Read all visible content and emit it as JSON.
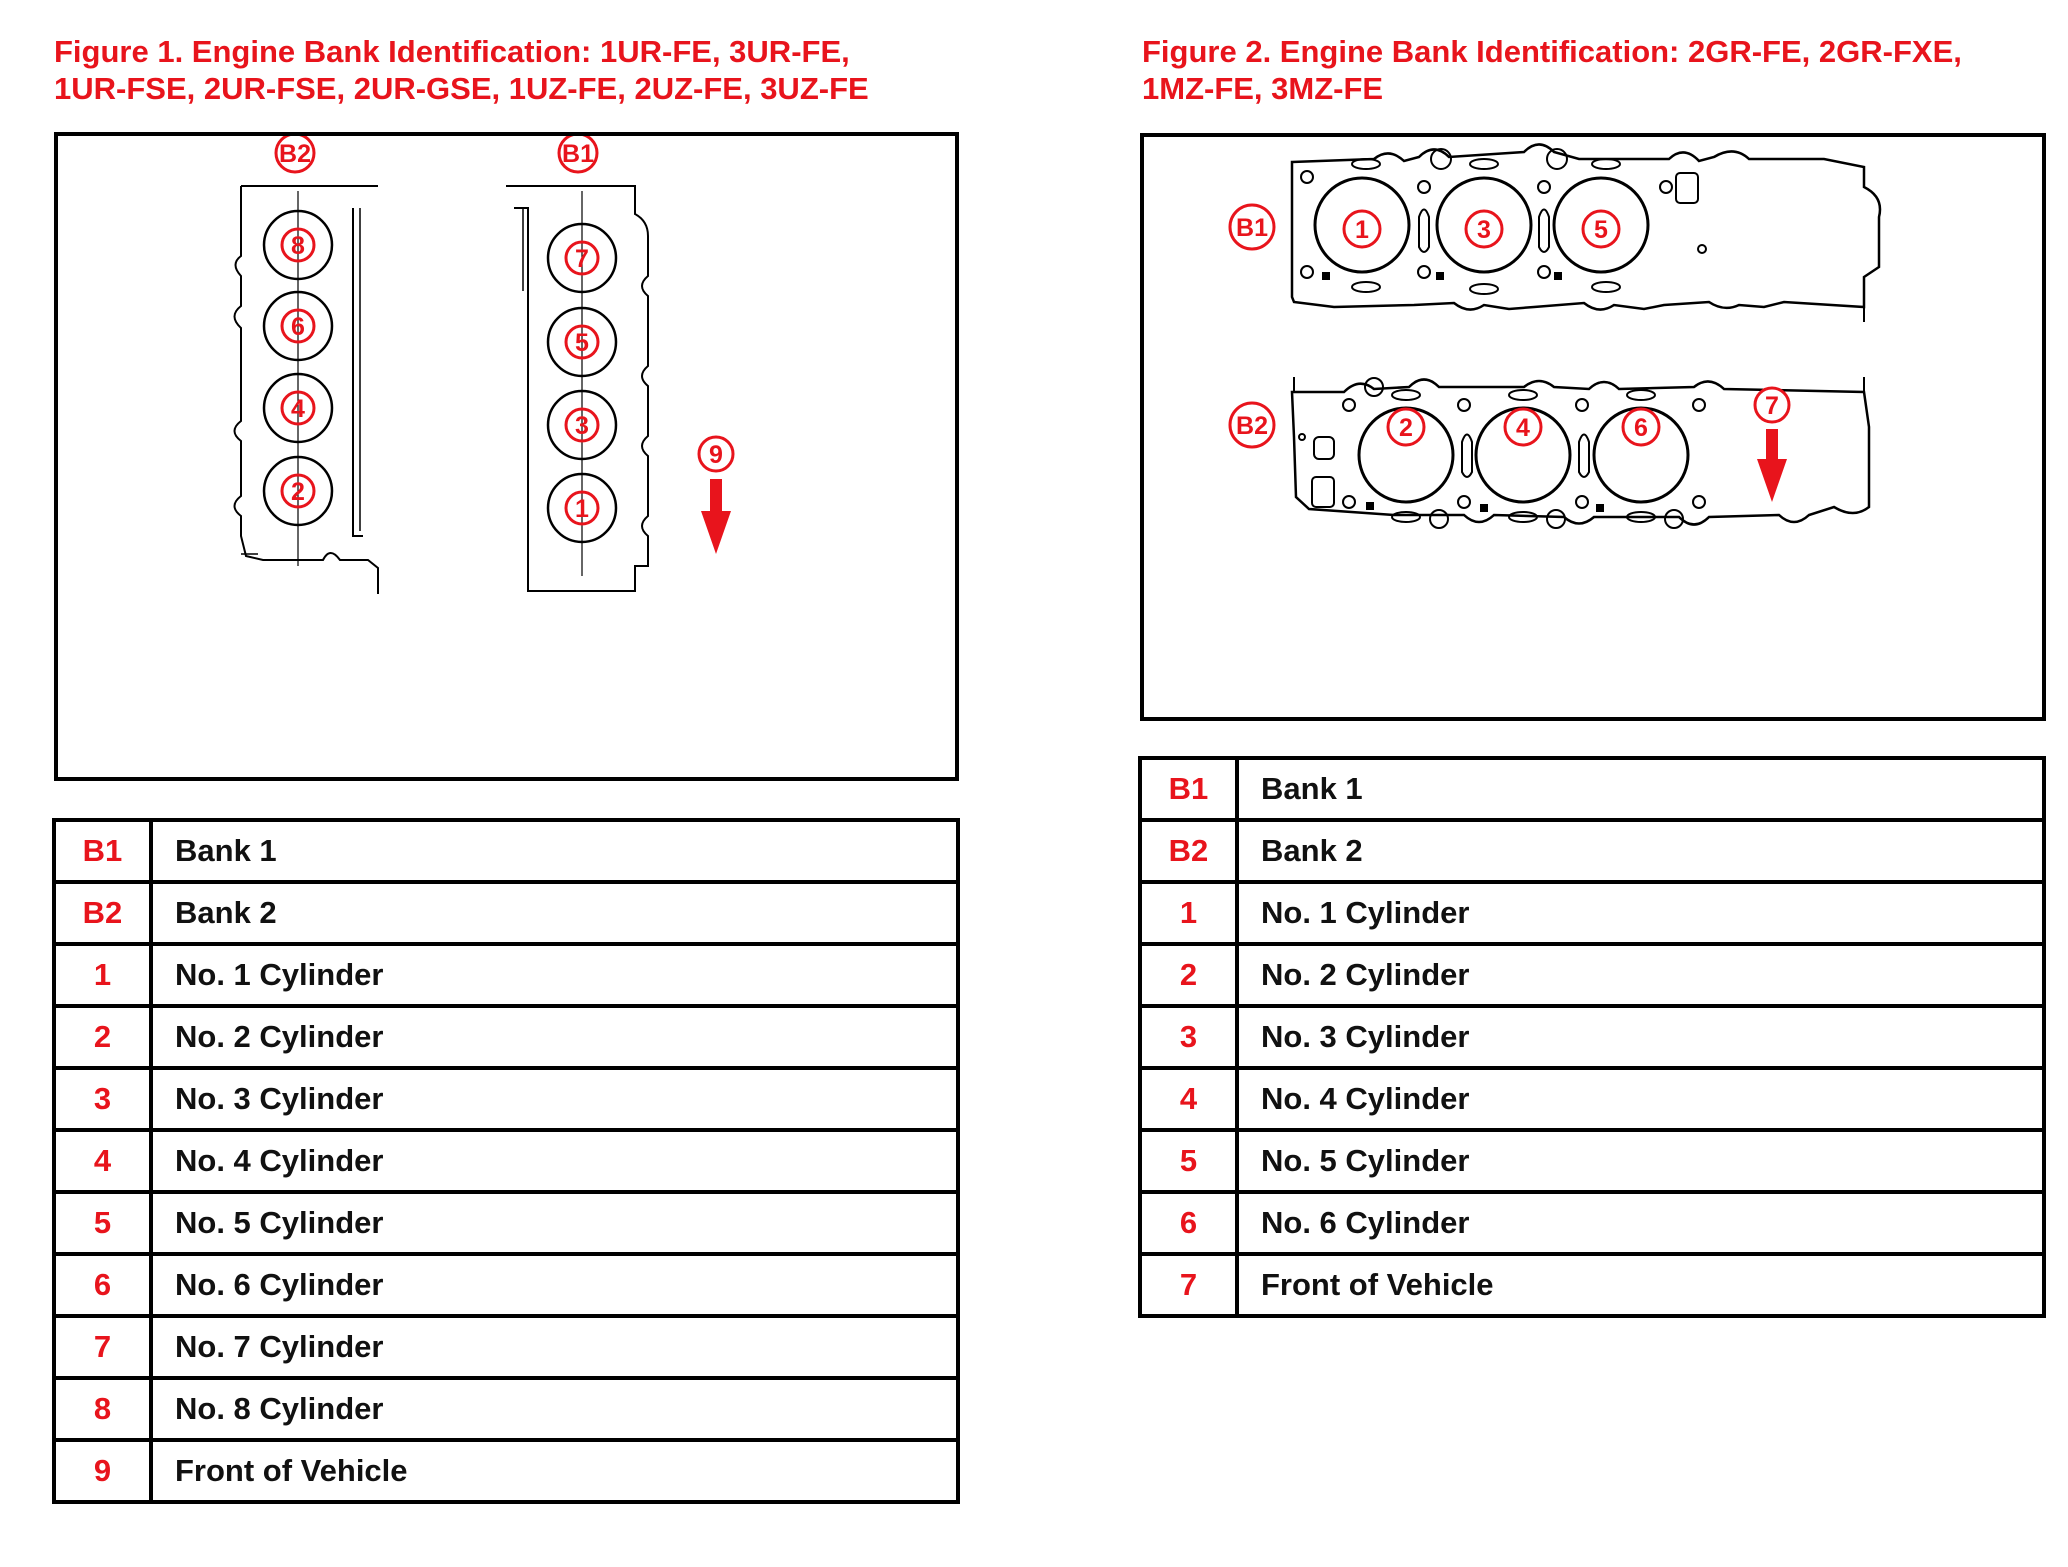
{
  "figure1": {
    "title_line1": "Figure 1.  Engine Bank Identification:  1UR-FE, 3UR-FE,",
    "title_line2": "1UR-FSE, 2UR-FSE, 2UR-GSE, 1UZ-FE, 2UZ-FE, 3UZ-FE",
    "bank_labels": {
      "b1": "B1",
      "b2": "B2"
    },
    "bank2_cylinders": [
      "8",
      "6",
      "4",
      "2"
    ],
    "bank1_cylinders": [
      "7",
      "5",
      "3",
      "1"
    ],
    "front_marker": "9",
    "legend": [
      {
        "code": "B1",
        "desc": "Bank  1"
      },
      {
        "code": "B2",
        "desc": "Bank  2"
      },
      {
        "code": "1",
        "desc": "No.  1 Cylinder"
      },
      {
        "code": "2",
        "desc": "No.  2 Cylinder"
      },
      {
        "code": "3",
        "desc": "No.  3 Cylinder"
      },
      {
        "code": "4",
        "desc": "No.  4 Cylinder"
      },
      {
        "code": "5",
        "desc": "No.  5 Cylinder"
      },
      {
        "code": "6",
        "desc": "No.  6 Cylinder"
      },
      {
        "code": "7",
        "desc": "No.  7 Cylinder"
      },
      {
        "code": "8",
        "desc": "No.  8 Cylinder"
      },
      {
        "code": "9",
        "desc": "Front of Vehicle"
      }
    ]
  },
  "figure2": {
    "title_line1": "Figure 2.  Engine Bank Identification: 2GR-FE, 2GR-FXE,",
    "title_line2": "1MZ-FE, 3MZ-FE",
    "bank_labels": {
      "b1": "B1",
      "b2": "B2"
    },
    "bank1_cylinders": [
      "1",
      "3",
      "5"
    ],
    "bank2_cylinders": [
      "2",
      "4",
      "6"
    ],
    "front_marker": "7",
    "legend": [
      {
        "code": "B1",
        "desc": "Bank  1"
      },
      {
        "code": "B2",
        "desc": "Bank  2"
      },
      {
        "code": "1",
        "desc": "No.  1 Cylinder"
      },
      {
        "code": "2",
        "desc": "No.  2 Cylinder"
      },
      {
        "code": "3",
        "desc": "No.  3 Cylinder"
      },
      {
        "code": "4",
        "desc": "No.  4 Cylinder"
      },
      {
        "code": "5",
        "desc": "No.  5 Cylinder"
      },
      {
        "code": "6",
        "desc": "No.  6 Cylinder"
      },
      {
        "code": "7",
        "desc": "Front of Vehicle"
      }
    ]
  },
  "colors": {
    "accent_red": "#e8141c",
    "line": "#000000"
  }
}
